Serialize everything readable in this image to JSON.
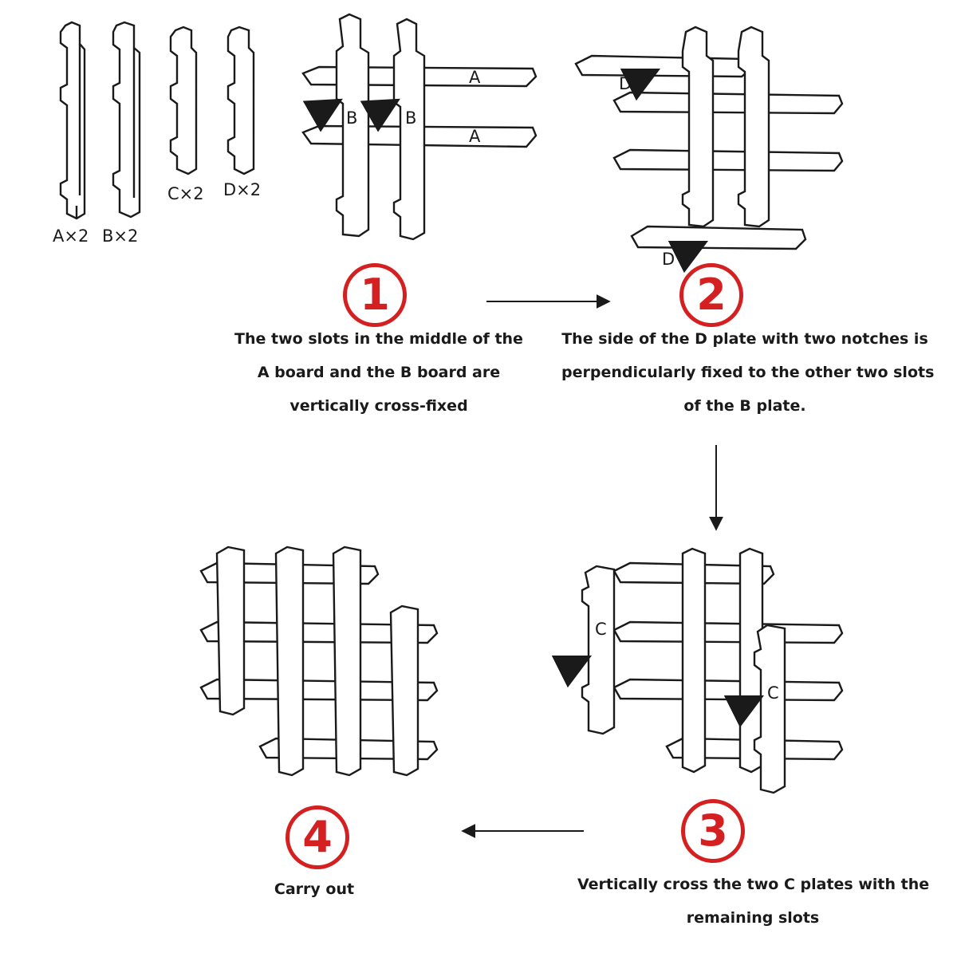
{
  "parts": [
    {
      "label": "A×2"
    },
    {
      "label": "B×2"
    },
    {
      "label": "C×2"
    },
    {
      "label": "D×2"
    }
  ],
  "part_tags": {
    "a": "A",
    "b": "B",
    "c": "C",
    "d": "D"
  },
  "steps": [
    {
      "number": "1",
      "text_lines": [
        "The two slots in the middle of the",
        "A board and the B board are",
        "vertically cross-fixed"
      ]
    },
    {
      "number": "2",
      "text_lines": [
        "The side of the D plate with two notches is",
        "perpendicularly fixed to the other two slots",
        "of the B plate."
      ]
    },
    {
      "number": "3",
      "text_lines": [
        "Vertically cross the two C plates with the",
        "remaining slots"
      ]
    },
    {
      "number": "4",
      "text_lines": [
        "Carry out"
      ]
    }
  ],
  "colors": {
    "accent": "#d42020",
    "ink": "#1a1a1a"
  }
}
